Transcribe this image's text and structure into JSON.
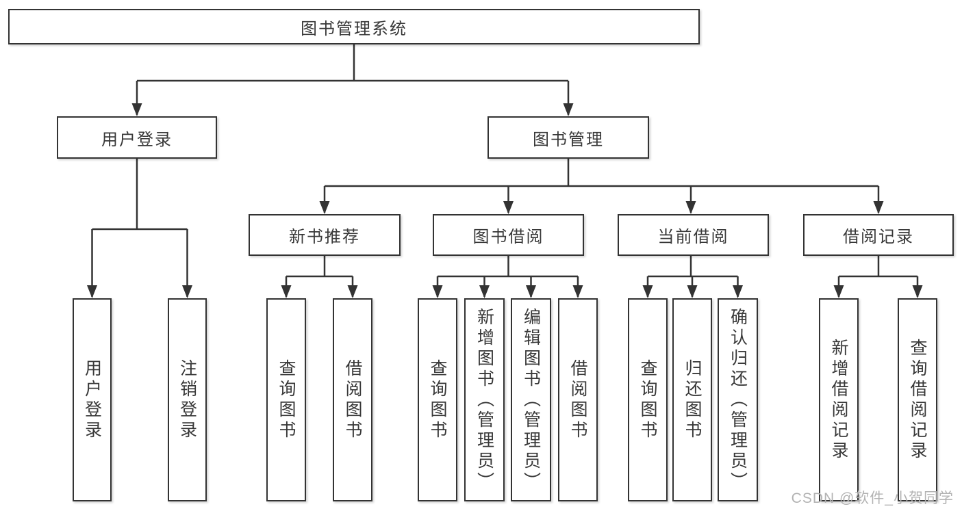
{
  "diagram_type": "hierarchy-tree",
  "colors": {
    "line": "#333333",
    "box_border": "#333333",
    "text": "#383838",
    "watermark": "#b3b3b3",
    "background": "#ffffff"
  },
  "tree": {
    "label": "图书管理系统",
    "children": [
      {
        "label": "用户登录",
        "children": [
          {
            "label": "用户登录"
          },
          {
            "label": "注销登录"
          }
        ]
      },
      {
        "label": "图书管理",
        "children": [
          {
            "label": "新书推荐",
            "children": [
              {
                "label": "查询图书"
              },
              {
                "label": "借阅图书"
              }
            ]
          },
          {
            "label": "图书借阅",
            "children": [
              {
                "label": "查询图书"
              },
              {
                "label": "新增图书（管理员）"
              },
              {
                "label": "编辑图书（管理员）"
              },
              {
                "label": "借阅图书"
              }
            ]
          },
          {
            "label": "当前借阅",
            "children": [
              {
                "label": "查询图书"
              },
              {
                "label": "归还图书"
              },
              {
                "label": "确认归还（管理员）"
              }
            ]
          },
          {
            "label": "借阅记录",
            "children": [
              {
                "label": "新增借阅记录"
              },
              {
                "label": "查询借阅记录"
              }
            ]
          }
        ]
      }
    ]
  },
  "watermark": {
    "text": "CSDN @软件_小贺同学"
  }
}
